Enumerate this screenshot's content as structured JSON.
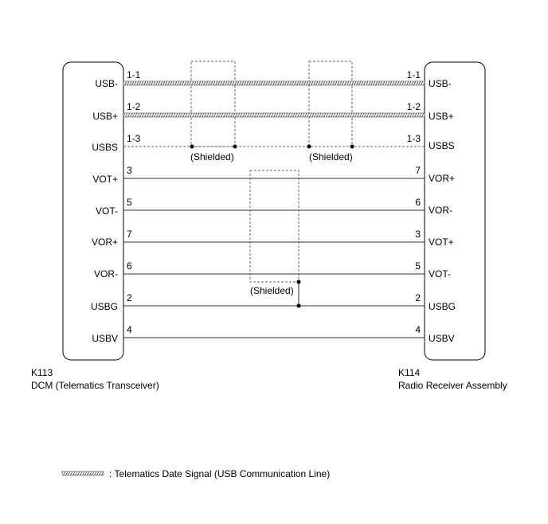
{
  "left_connector": {
    "code": "K113",
    "name": "DCM (Telematics Transceiver)",
    "pins": [
      {
        "label": "USB-",
        "num": "1-1"
      },
      {
        "label": "USB+",
        "num": "1-2"
      },
      {
        "label": "USBS",
        "num": "1-3"
      },
      {
        "label": "VOT+",
        "num": "3"
      },
      {
        "label": "VOT-",
        "num": "5"
      },
      {
        "label": "VOR+",
        "num": "7"
      },
      {
        "label": "VOR-",
        "num": "6"
      },
      {
        "label": "USBG",
        "num": "2"
      },
      {
        "label": "USBV",
        "num": "4"
      }
    ]
  },
  "right_connector": {
    "code": "K114",
    "name": "Radio Receiver Assembly",
    "pins": [
      {
        "label": "USB-",
        "num": "1-1"
      },
      {
        "label": "USB+",
        "num": "1-2"
      },
      {
        "label": "USBS",
        "num": "1-3"
      },
      {
        "label": "VOR+",
        "num": "7"
      },
      {
        "label": "VOR-",
        "num": "6"
      },
      {
        "label": "VOT+",
        "num": "3"
      },
      {
        "label": "VOT-",
        "num": "5"
      },
      {
        "label": "USBG",
        "num": "2"
      },
      {
        "label": "USBV",
        "num": "4"
      }
    ]
  },
  "shields": {
    "left": "(Shielded)",
    "right": "(Shielded)",
    "middle": "(Shielded)"
  },
  "legend": {
    "text": ": Telematics Date Signal (USB Communication Line)"
  }
}
